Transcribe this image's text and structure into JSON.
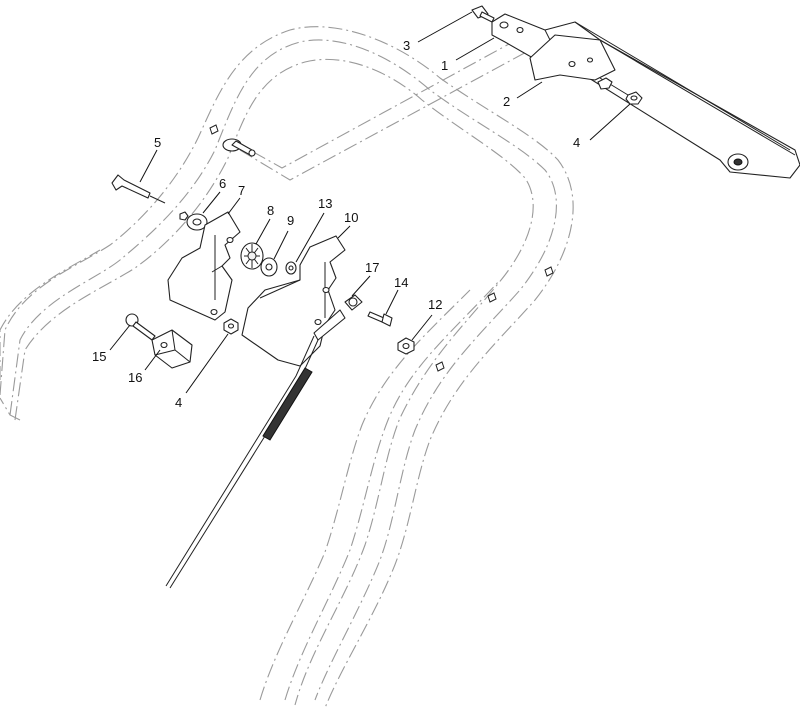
{
  "callouts": [
    {
      "id": "c3",
      "label": "3"
    },
    {
      "id": "c1",
      "label": "1"
    },
    {
      "id": "c2",
      "label": "2"
    },
    {
      "id": "c4a",
      "label": "4"
    },
    {
      "id": "c5",
      "label": "5"
    },
    {
      "id": "c6",
      "label": "6"
    },
    {
      "id": "c7",
      "label": "7"
    },
    {
      "id": "c8",
      "label": "8"
    },
    {
      "id": "c9",
      "label": "9"
    },
    {
      "id": "c13",
      "label": "13"
    },
    {
      "id": "c10",
      "label": "10"
    },
    {
      "id": "c17",
      "label": "17"
    },
    {
      "id": "c14",
      "label": "14"
    },
    {
      "id": "c12",
      "label": "12"
    },
    {
      "id": "c15",
      "label": "15"
    },
    {
      "id": "c16",
      "label": "16"
    },
    {
      "id": "c4b",
      "label": "4"
    }
  ]
}
